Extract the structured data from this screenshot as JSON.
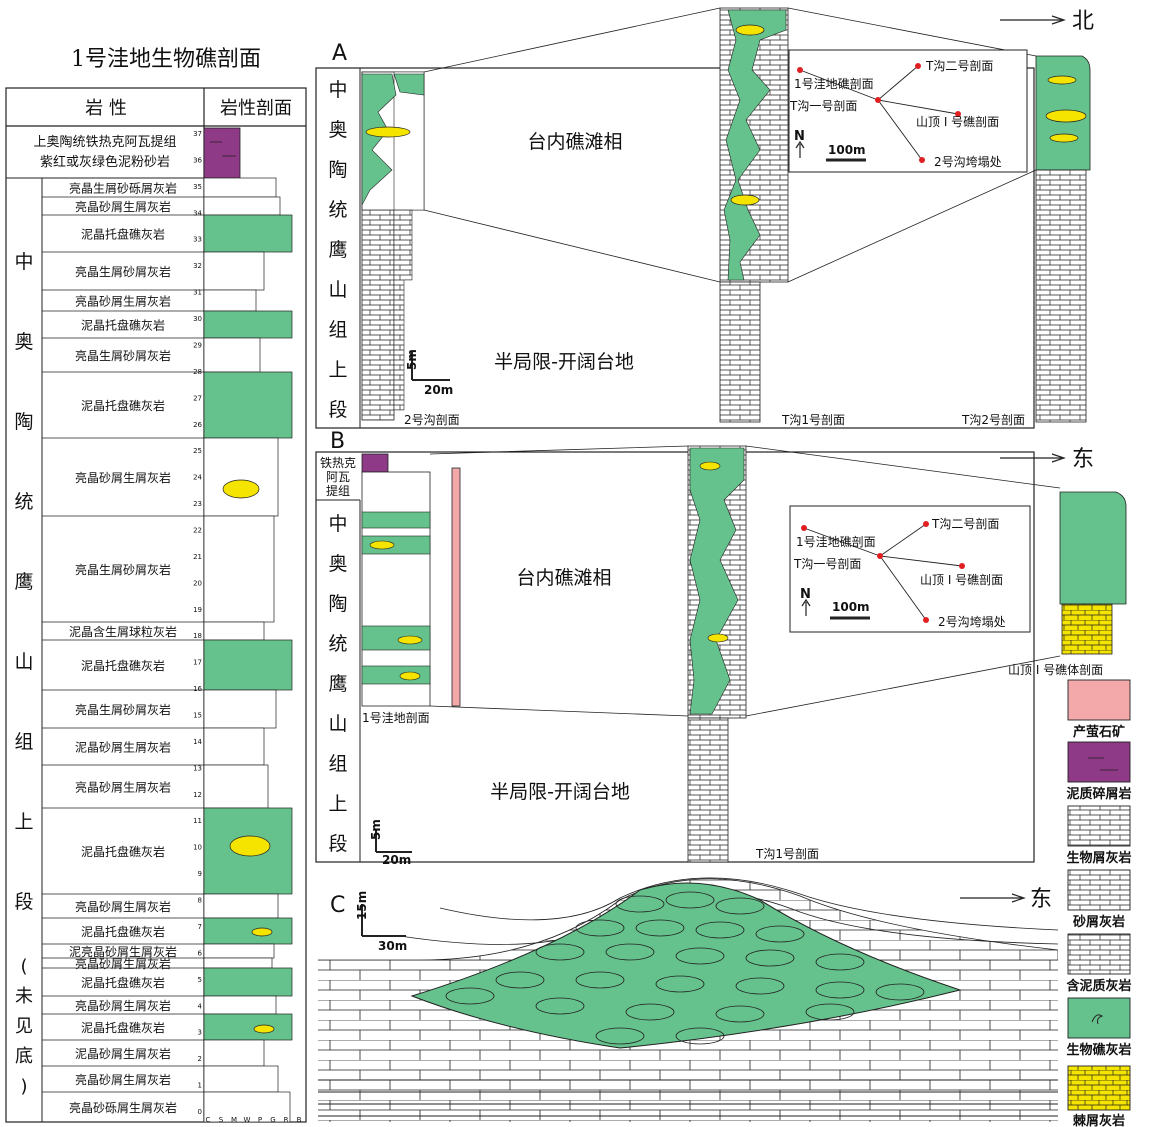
{
  "left_column": {
    "title": "1号洼地生物礁剖面",
    "header_lithology": "岩 性",
    "header_profile": "岩性剖面",
    "formation_top_line1": "上奥陶统铁热克阿瓦提组",
    "formation_top_line2": "紫红或灰绿色泥粉砂岩",
    "formation_main_chars": [
      "中",
      "奥",
      "陶",
      "统",
      "鹰",
      "山",
      "组",
      "上",
      "段"
    ],
    "unseen_bottom_chars": [
      "(",
      "未",
      "见",
      "底",
      ")"
    ],
    "layers": [
      "亮晶生屑砂砾屑灰岩",
      "亮晶砂屑生屑灰岩",
      "泥晶托盘礁灰岩",
      "亮晶生屑砂屑灰岩",
      "亮晶砂屑生屑灰岩",
      "泥晶托盘礁灰岩",
      "亮晶生屑砂屑灰岩",
      "泥晶托盘礁灰岩",
      "亮晶砂屑生屑灰岩",
      "亮晶生屑砂屑灰岩",
      "泥晶含生屑球粒灰岩",
      "泥晶托盘礁灰岩",
      "亮晶生屑砂屑灰岩",
      "泥晶砂屑生屑灰岩",
      "亮晶砂屑生屑灰岩",
      "泥晶托盘礁灰岩",
      "亮晶砂屑生屑灰岩",
      "泥晶托盘礁灰岩",
      "泥亮晶砂屑生屑灰岩",
      "亮晶砂屑生屑灰岩",
      "泥晶托盘礁灰岩",
      "亮晶砂屑生屑灰岩",
      "泥晶托盘礁灰岩",
      "泥晶砂屑生屑灰岩",
      "亮晶砂屑生屑灰岩",
      "亮晶砂砾屑生屑灰岩"
    ],
    "bed_numbers": [
      "37",
      "36",
      "35",
      "34",
      "33",
      "32",
      "31",
      "30",
      "29",
      "28",
      "27",
      "26",
      "25",
      "24",
      "23",
      "22",
      "21",
      "20",
      "19",
      "18",
      "17",
      "16",
      "15",
      "14",
      "13",
      "12",
      "11",
      "10",
      "9",
      "8",
      "7",
      "6",
      "5",
      "4",
      "3",
      "2",
      "1",
      "0"
    ],
    "grain_axis": [
      "C",
      "S",
      "M",
      "W",
      "P",
      "G",
      "R",
      "B"
    ]
  },
  "panel_a": {
    "letter": "A",
    "direction": "北",
    "formation_chars": [
      "中",
      "奥",
      "陶",
      "统",
      "鹰",
      "山",
      "组",
      "上",
      "段"
    ],
    "facies_upper": "台内礁滩相",
    "facies_lower": "半局限-开阔台地",
    "scale_v": "5m",
    "scale_h": "20m",
    "col1_label": "2号沟剖面",
    "col2_label": "T沟1号剖面",
    "col3_label": "T沟2号剖面",
    "map": {
      "p1": "1号洼地礁剖面",
      "p2": "T沟二号剖面",
      "p3": "T沟一号剖面",
      "p4": "山顶 I 号礁剖面",
      "p5": "2号沟垮塌处",
      "north": "N",
      "scale": "100m"
    }
  },
  "panel_b": {
    "letter": "B",
    "direction": "东",
    "top_unit_line1": "铁热克",
    "top_unit_line2": "阿瓦",
    "top_unit_line3": "提组",
    "formation_chars": [
      "中",
      "奥",
      "陶",
      "统",
      "鹰",
      "山",
      "组",
      "上",
      "段"
    ],
    "facies_upper": "台内礁滩相",
    "facies_lower": "半局限-开阔台地",
    "scale_v": "5m",
    "scale_h": "20m",
    "col1_label": "1号洼地剖面",
    "col2_label": "T沟1号剖面",
    "col3_label": "山顶 I 号礁体剖面",
    "map": {
      "p1": "1号洼地礁剖面",
      "p2": "T沟二号剖面",
      "p3": "T沟一号剖面",
      "p4": "山顶 I 号礁剖面",
      "p5": "2号沟垮塌处",
      "north": "N",
      "scale": "100m"
    }
  },
  "panel_c": {
    "letter": "C",
    "direction": "东",
    "scale_v": "15m",
    "scale_h": "30m"
  },
  "legend": {
    "fluorite": "产萤石矿",
    "mudclastic": "泥质碎屑岩",
    "bioclastic": "生物屑灰岩",
    "sandclastic": "砂屑灰岩",
    "argillaceous": "含泥质灰岩",
    "reef": "生物礁灰岩",
    "spicule": "棘屑灰岩"
  },
  "colors": {
    "reef_green": "#66c28c",
    "purple": "#8e3a86",
    "pink": "#f3a9aa",
    "yellow": "#f5e400",
    "marker_red": "#e02020"
  }
}
